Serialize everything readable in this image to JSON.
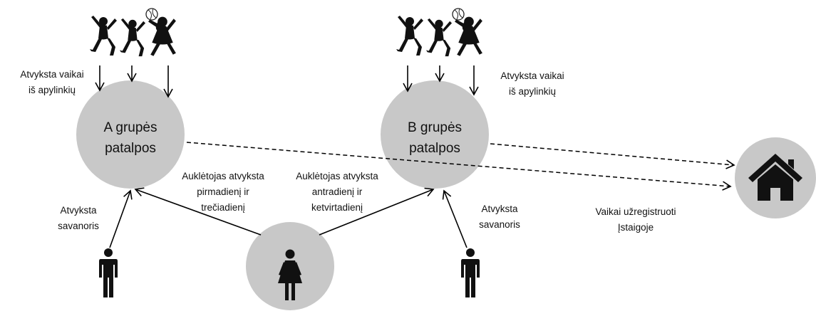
{
  "colors": {
    "circle_fill": "#c8c8c8",
    "figure_fill": "#111111",
    "arrow_stroke": "#000000",
    "background": "#ffffff"
  },
  "rooms": {
    "a": {
      "line1": "A grupės",
      "line2": "patalpos"
    },
    "b": {
      "line1": "B grupės",
      "line2": "patalpos"
    }
  },
  "labels": {
    "kids_left": {
      "line1": "Atvyksta vaikai",
      "line2": "iš apylinkių"
    },
    "kids_right": {
      "line1": "Atvyksta vaikai",
      "line2": "iš apylinkių"
    },
    "teacher_a": {
      "line1": "Auklėtojas atvyksta",
      "line2": "pirmadienį ir",
      "line3": "trečiadienį"
    },
    "teacher_b": {
      "line1": "Auklėtojas atvyksta",
      "line2": "antradienį ir",
      "line3": "ketvirtadienį"
    },
    "volunteer_left": {
      "line1": "Atvyksta",
      "line2": "savanoris"
    },
    "volunteer_right": {
      "line1": "Atvyksta",
      "line2": "savanoris"
    },
    "registered": {
      "line1": "Vaikai užregistruoti",
      "line2": "Įstaigoje"
    }
  },
  "icons": {
    "children_group": "dancing-children-icon",
    "ball": "ball-icon",
    "volunteer": "man-icon",
    "teacher": "woman-icon",
    "institution": "house-icon"
  }
}
